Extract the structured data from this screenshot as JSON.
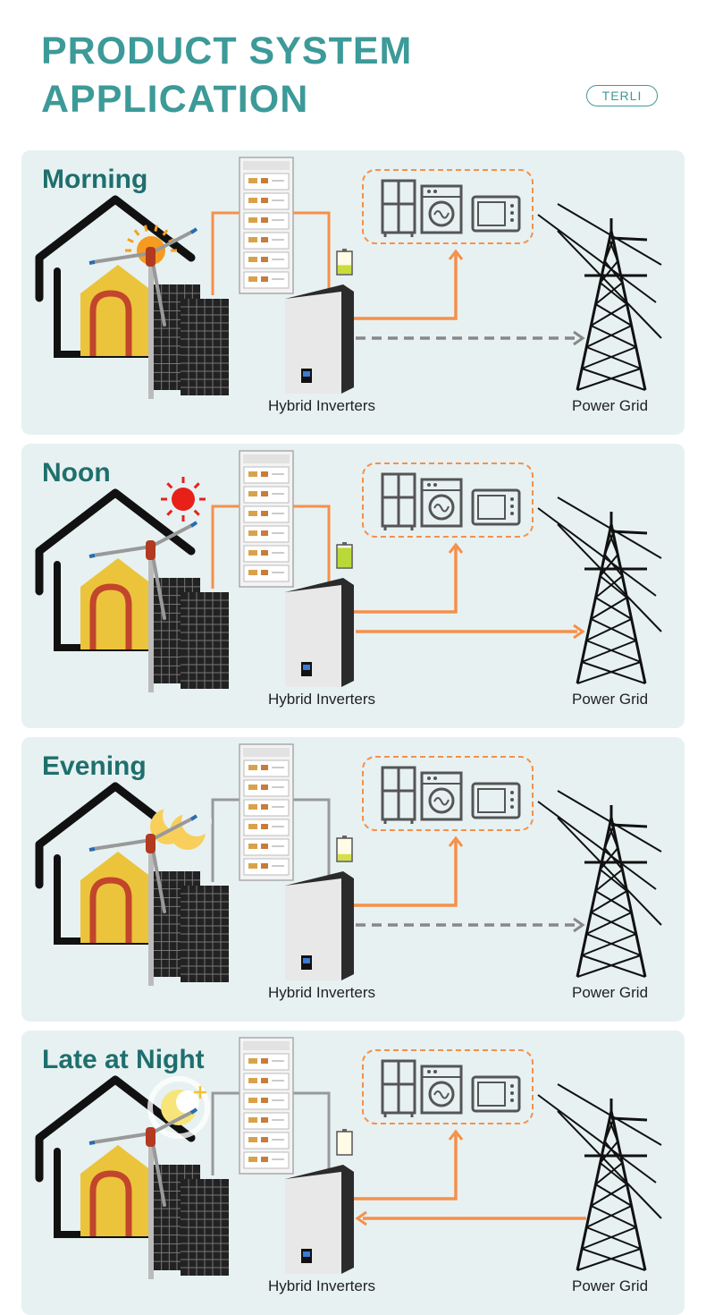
{
  "header": {
    "title_line1": "PRODUCT SYSTEM",
    "title_line2": "APPLICATION",
    "brand": "TERLI"
  },
  "colors": {
    "accent": "#3c9a98",
    "panel_bg": "#e7f1f1",
    "flow_orange": "#f5904a",
    "flow_gray": "#888888",
    "line_gray": "#999999"
  },
  "panels": [
    {
      "title": "Morning",
      "inverter_label": "Hybrid Inverters",
      "grid_label": "Power Grid",
      "sky_icon": "sun-rising-icon",
      "battery_charge": 0.4,
      "battery_color": "#c8dc3c",
      "source_lines_color": "#f5904a",
      "grid_flow": "dashed-to-grid"
    },
    {
      "title": "Noon",
      "inverter_label": "Hybrid Inverters",
      "grid_label": "Power Grid",
      "sky_icon": "sun-noon-icon",
      "battery_charge": 0.9,
      "battery_color": "#b9d83a",
      "source_lines_color": "#f5904a",
      "grid_flow": "solid-to-grid"
    },
    {
      "title": "Evening",
      "inverter_label": "Hybrid Inverters",
      "grid_label": "Power Grid",
      "sky_icon": "moon-evening-icon",
      "battery_charge": 0.3,
      "battery_color": "#d4e04a",
      "source_lines_color": "#999999",
      "grid_flow": "dashed-to-grid"
    },
    {
      "title": "Late at Night",
      "inverter_label": "Hybrid Inverters",
      "grid_label": "Power Grid",
      "sky_icon": "moon-night-icon",
      "battery_charge": 0.0,
      "battery_color": "#fbf6d8",
      "source_lines_color": "#999999",
      "grid_flow": "solid-from-grid"
    }
  ]
}
